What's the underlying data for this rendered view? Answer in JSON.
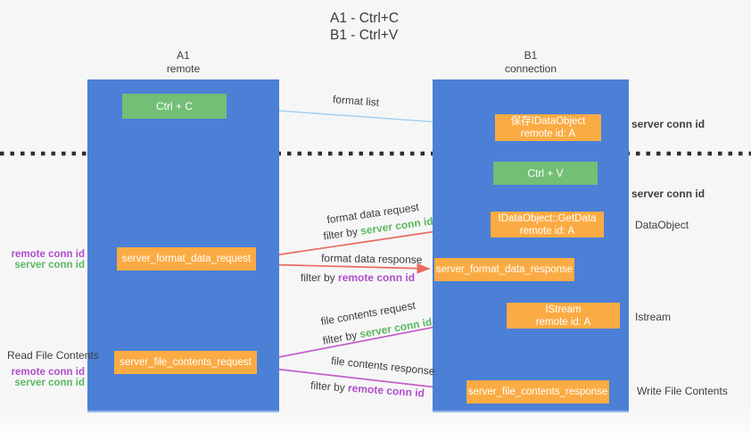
{
  "title": {
    "line1": "A1 - Ctrl+C",
    "line2": "B1 - Ctrl+V"
  },
  "lifelines": {
    "left": {
      "name": "A1",
      "role": "remote"
    },
    "right": {
      "name": "B1",
      "role": "connection"
    }
  },
  "boxes": {
    "ctrl_c": {
      "label": "Ctrl + C"
    },
    "ctrl_v": {
      "label": "Ctrl + V"
    },
    "save_dataobject": {
      "line1": "保存IDataObject",
      "line2": "remote id: A"
    },
    "getdata": {
      "line1": "IDataObject::GetData",
      "line2": "remote id: A"
    },
    "istream": {
      "line1": "IStream",
      "line2": "remote id: A"
    },
    "format_request": {
      "label": "server_format_data_request"
    },
    "format_response": {
      "label": "server_format_data_response"
    },
    "file_request": {
      "label": "server_file_contents_request"
    },
    "file_response": {
      "label": "server_file_contents_response"
    }
  },
  "arrows": {
    "format_list": {
      "label": "format list"
    },
    "format_data_request": {
      "label": "format data request",
      "filter_prefix": "filter by",
      "filter_key": "server conn id"
    },
    "format_data_response": {
      "label": "format data response",
      "filter_prefix": "filter by",
      "filter_key": "remote conn id"
    },
    "file_contents_request": {
      "label": "file contents request",
      "filter_prefix": "filter by",
      "filter_key": "server conn id"
    },
    "file_contents_response": {
      "label": "file contents response",
      "filter_prefix": "filter by",
      "filter_key": "remote conn id"
    }
  },
  "side_labels": {
    "server_conn_id_top": "server conn id",
    "server_conn_id_mid": "server conn id",
    "dataobject": "DataObject",
    "istream": "Istream",
    "read_file_contents": "Read File Contents",
    "write_file_contents": "Write File Contents",
    "left_pair_1": {
      "remote": "remote conn id",
      "server": "server conn id"
    },
    "left_pair_2": {
      "remote": "remote conn id",
      "server": "server conn id"
    }
  },
  "colors": {
    "lifeline_blue": "#4b80d6",
    "box_green": "#72bf75",
    "box_orange": "#fbab43",
    "arrow_lightblue": "#a9d3ee",
    "arrow_red": "#e96b60",
    "arrow_magenta": "#c45ec9",
    "text_green": "#5cb860",
    "text_magenta": "#b04ec9",
    "text_dark": "#3d3d3d"
  }
}
